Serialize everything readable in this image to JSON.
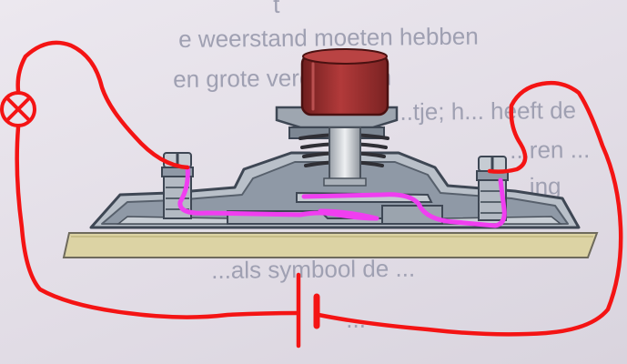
{
  "background_text": [
    "t",
    "e weerstand moeten hebben",
    "en grote verde... een",
    "...tje; h... heeft de",
    "...ren ...",
    "...ing",
    "...als symbool de ...",
    "..."
  ],
  "colors": {
    "wire": "#f41414",
    "conduction_path": "#f03ef0",
    "button_cap": "#9e2d2d",
    "housing": "#8c96a4",
    "base": "#dcd3a4",
    "spring": "#2f2f35"
  },
  "symbols": [
    "lamp-symbol",
    "battery-symbol"
  ]
}
